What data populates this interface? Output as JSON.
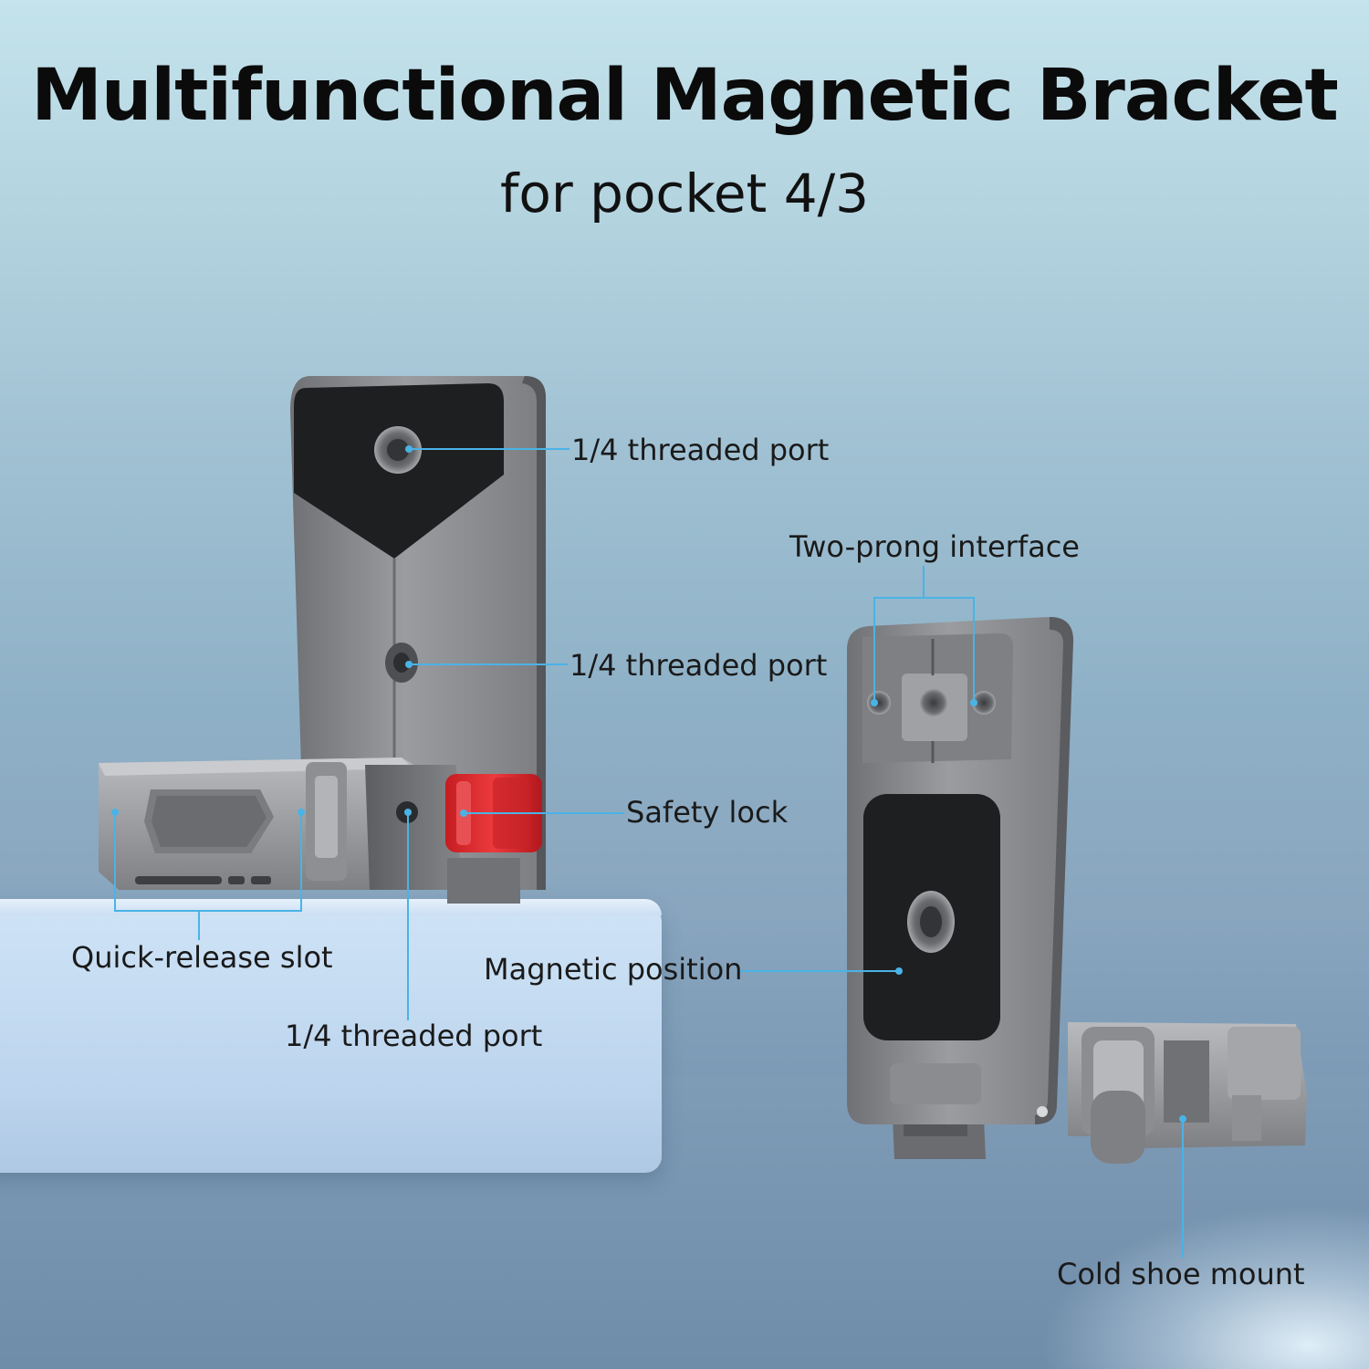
{
  "title": "Multifunctional Magnetic Bracket",
  "subtitle": "for pocket 4/3",
  "callouts": {
    "top_port": "1/4 threaded port",
    "mid_port": "1/4 threaded port",
    "safety_lock": "Safety lock",
    "quick_release": "Quick-release slot",
    "bottom_port": "1/4 threaded port",
    "two_prong": "Two-prong interface",
    "magnetic": "Magnetic position",
    "cold_shoe": "Cold shoe mount"
  },
  "colors": {
    "accent_line": "#4ab3e6",
    "safety_lock": "#d8262b",
    "metal": "#8a8c90",
    "pad": "#1c1c1e"
  }
}
